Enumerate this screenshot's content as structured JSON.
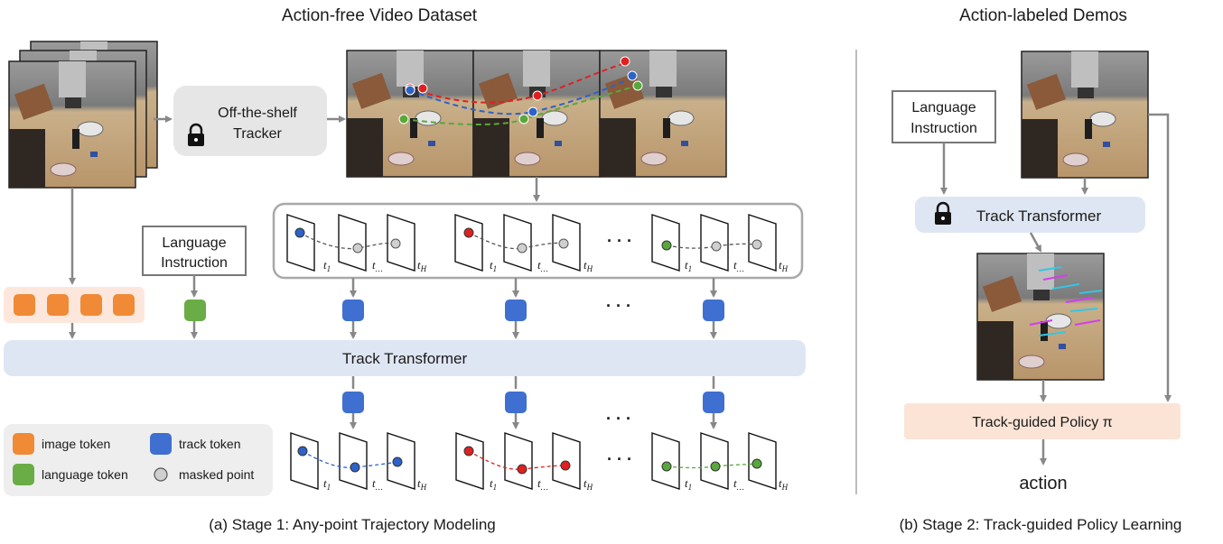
{
  "stage1": {
    "title": "Action-free Video Dataset",
    "tracker_line1": "Off-the-shelf",
    "tracker_line2": "Tracker",
    "language_line1": "Language",
    "language_line2": "Instruction",
    "transformer_label": "Track Transformer",
    "caption": "(a) Stage 1: Any-point Trajectory Modeling"
  },
  "stage2": {
    "title": "Action-labeled Demos",
    "language_line1": "Language",
    "language_line2": "Instruction",
    "transformer_label": "Track Transformer",
    "policy_label": "Track-guided Policy π",
    "action_label": "action",
    "caption": "(b) Stage 2: Track-guided Policy Learning"
  },
  "legend": {
    "image_token": "image token",
    "track_token": "track token",
    "language_token": "language token",
    "masked_point": "masked point"
  },
  "time_labels": {
    "t1": "t",
    "t1_sub": "1",
    "tmid": "t",
    "tmid_sub": "…",
    "tH": "t",
    "tH_sub": "H"
  },
  "ellipsis": "· · ·",
  "colors": {
    "image_token": "#f08a36",
    "track_token": "#3f6fd0",
    "language_token": "#6aac45",
    "masked_point": "#cfcfcf",
    "point_blue": "#2d62c8",
    "point_red": "#e02020",
    "point_green": "#58a83a",
    "transformer_fill": "#dfe6f3",
    "policy_fill": "#fbe4d6",
    "image_token_bg": "#fde7dc"
  }
}
